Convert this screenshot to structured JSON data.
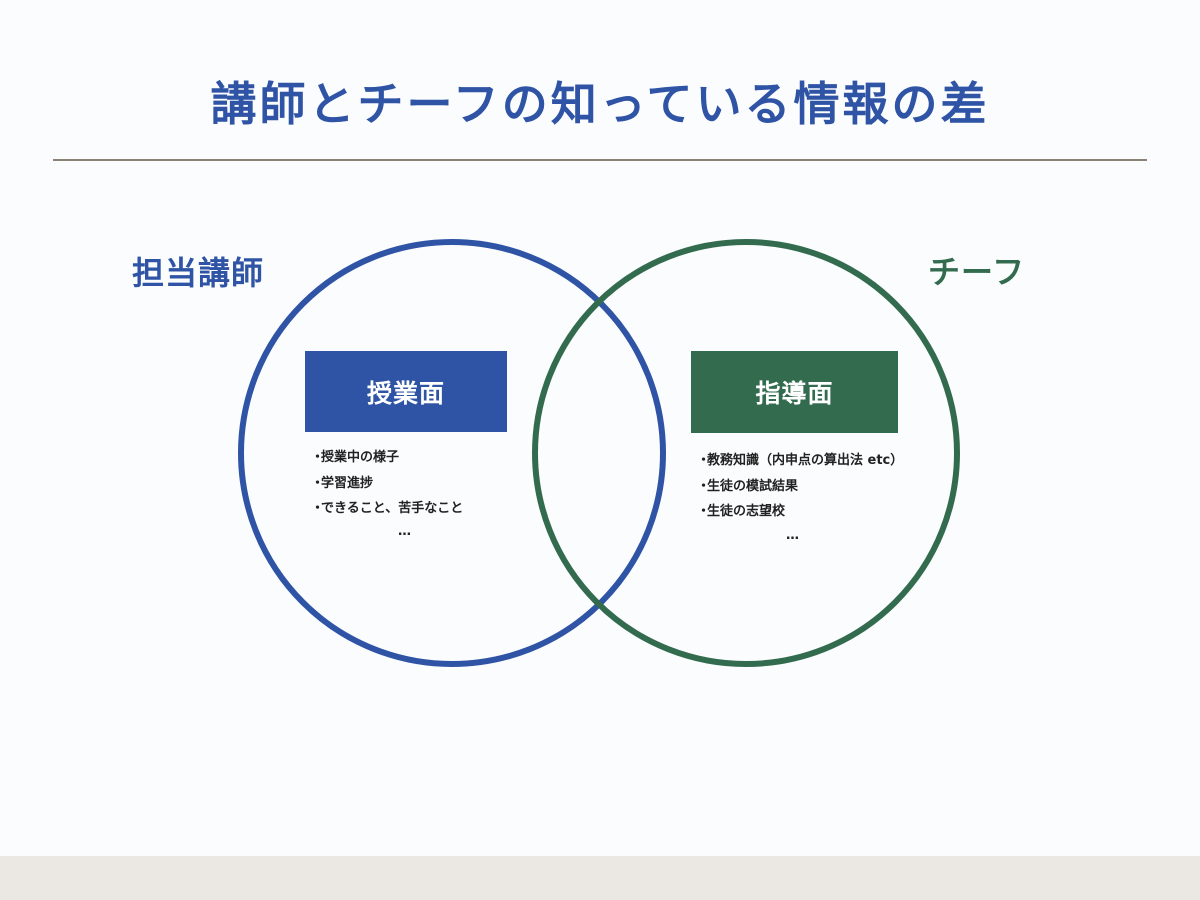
{
  "title": "講師とチーフの知っている情報の差",
  "colors": {
    "blue": "#2f54a5",
    "green": "#336b4f",
    "rule": "#8a8177",
    "footer": "#ebe8e4"
  },
  "left_set": {
    "label": "担当講師",
    "header": "授業面",
    "items": [
      "授業中の様子",
      "学習進捗",
      "できること、苦手なこと"
    ],
    "ellipsis": "…"
  },
  "right_set": {
    "label": "チーフ",
    "header": "指導面",
    "items": [
      "教務知識（内申点の算出法 etc）",
      "生徒の模試結果",
      "生徒の志望校"
    ],
    "ellipsis": "…"
  }
}
